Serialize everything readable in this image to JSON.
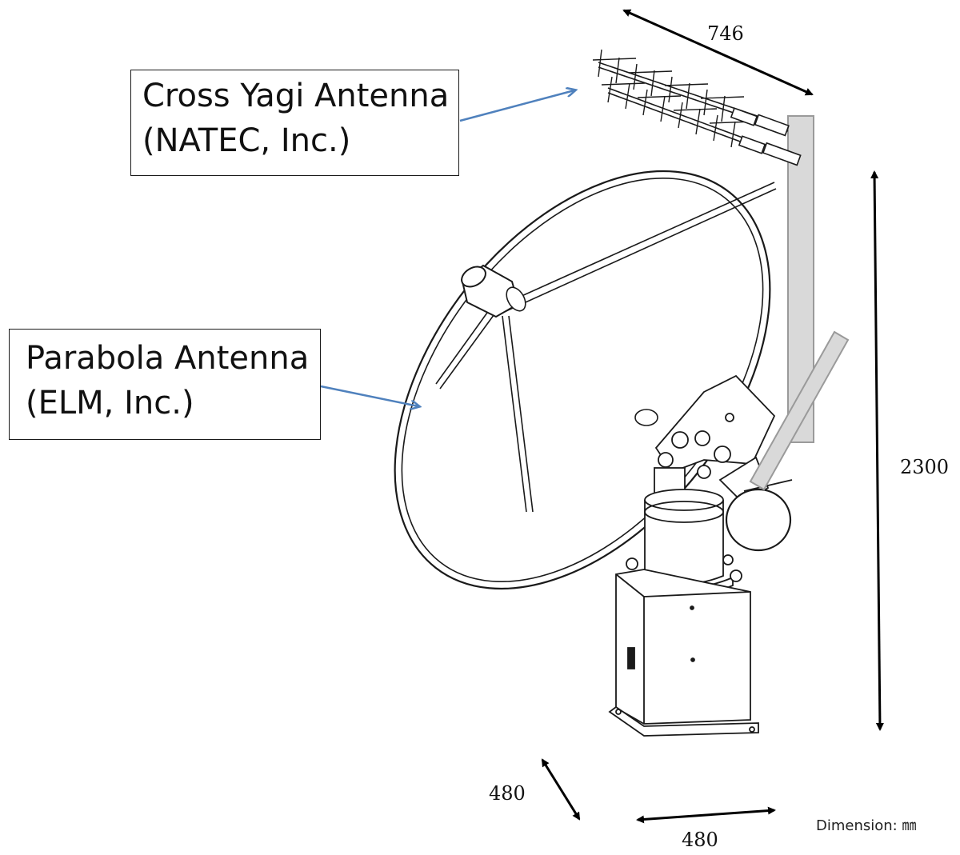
{
  "labels": {
    "yagi_line1": "Cross Yagi Antenna",
    "yagi_line2": "(NATEC, Inc.)",
    "parabola_line1": "Parabola Antenna",
    "parabola_line2": "(ELM, Inc.)"
  },
  "dimensions": {
    "yagi_length": "746",
    "height": "2300",
    "base_depth": "480",
    "base_width": "480",
    "unit_note": "Dimension: ㎜"
  },
  "colors": {
    "arrow_blue": "#4f81bd",
    "mast_gray": "#d9d9d9",
    "line_black": "#1a1a1a"
  }
}
